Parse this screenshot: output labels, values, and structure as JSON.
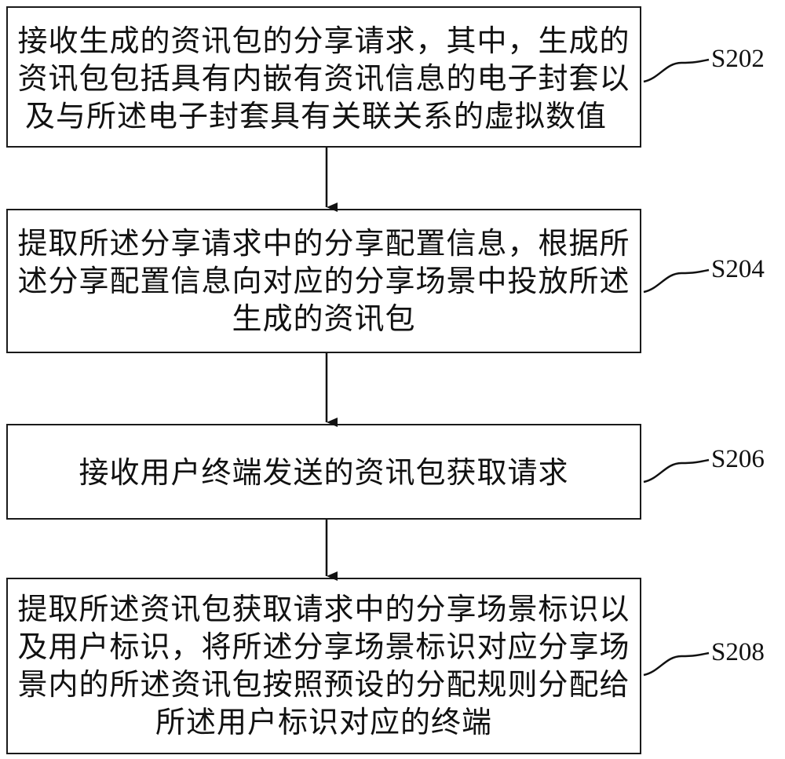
{
  "steps": [
    {
      "id": "S202",
      "lines": [
        "接收生成的资讯包的分享请求，其中，生成的",
        "资讯包包括具有内嵌有资讯信息的电子封套以",
        "及与所述电子封套具有关联关系的虚拟数值"
      ]
    },
    {
      "id": "S204",
      "lines": [
        "提取所述分享请求中的分享配置信息，根据所",
        "述分享配置信息向对应的分享场景中投放所述",
        "生成的资讯包"
      ]
    },
    {
      "id": "S206",
      "lines": [
        "接收用户终端发送的资讯包获取请求"
      ]
    },
    {
      "id": "S208",
      "lines": [
        "提取所述资讯包获取请求中的分享场景标识以",
        "及用户标识，将所述分享场景标识对应分享场",
        "景内的所述资讯包按照预设的分配规则分配给",
        "所述用户标识对应的终端"
      ]
    }
  ]
}
